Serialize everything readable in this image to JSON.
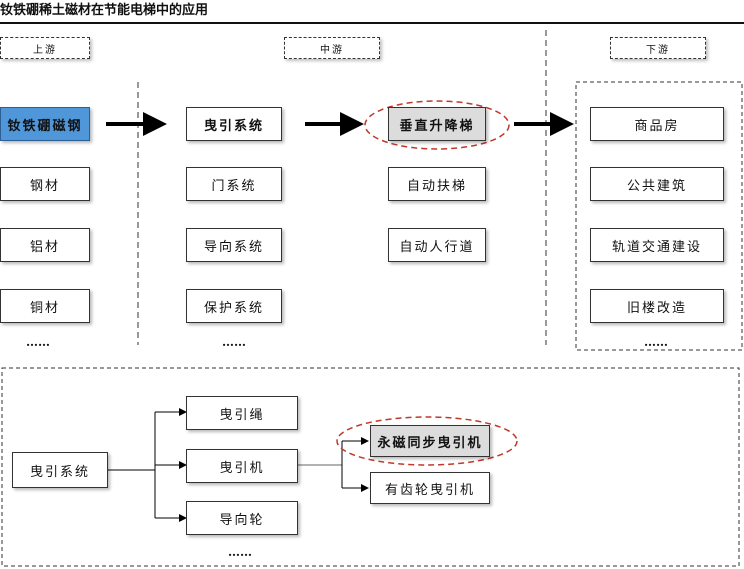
{
  "title": "钕铁硼稀土磁材在节能电梯中的应用",
  "top_diagram": {
    "upstream": {
      "header": "上游",
      "items": [
        "钕铁硼磁钢",
        "钢材",
        "铝材",
        "铜材"
      ],
      "more": "……"
    },
    "midstream": {
      "header": "中游",
      "systems": [
        "曳引系统",
        "门系统",
        "导向系统",
        "保护系统"
      ],
      "systems_more": "……",
      "products": [
        "垂直升降梯",
        "自动扶梯",
        "自动人行道"
      ]
    },
    "downstream": {
      "header": "下游",
      "items": [
        "商品房",
        "公共建筑",
        "轨道交通建设",
        "旧楼改造"
      ],
      "more": "……"
    }
  },
  "bottom_diagram": {
    "root": "曳引系统",
    "children": [
      "曳引绳",
      "曳引机",
      "导向轮"
    ],
    "children_more": "……",
    "machine_types": [
      "永磁同步曳引机",
      "有齿轮曳引机"
    ]
  },
  "colors": {
    "highlight_blue": "#4f97d8",
    "highlight_grey": "#dcdcdc",
    "ellipse_red": "#c0392b"
  }
}
